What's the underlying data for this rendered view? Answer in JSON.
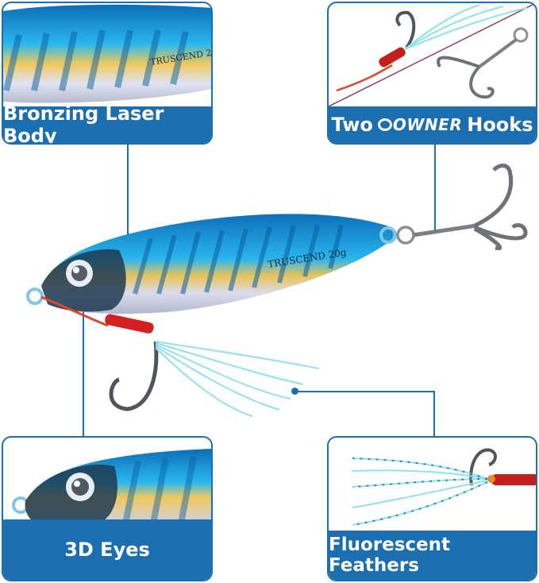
{
  "panels": {
    "body": {
      "caption": "Bronzing Laser Body"
    },
    "hooks": {
      "caption_before": "Two",
      "brand": "OWNER",
      "caption_after": "Hooks"
    },
    "eyes": {
      "caption": "3D Eyes"
    },
    "feathers": {
      "caption": "Fluorescent Feathers"
    }
  },
  "lure": {
    "print": "TRUSCEND 20g"
  },
  "colors": {
    "accent": "#1b6fb0",
    "lure_blue": "#1aa2e0",
    "thread_red": "#d42020"
  }
}
